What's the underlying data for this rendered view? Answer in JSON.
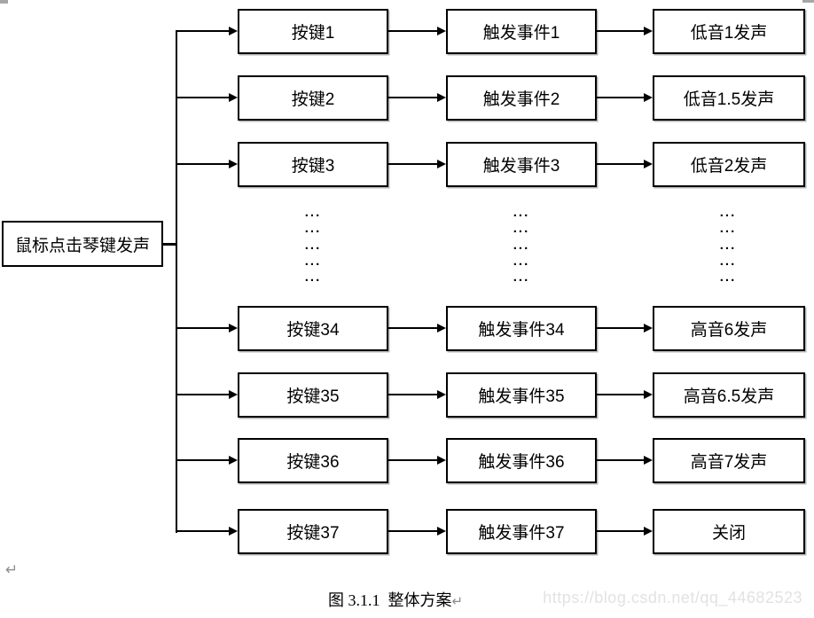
{
  "diagram": {
    "root": {
      "label": "鼠标点击琴键发声"
    },
    "rows": [
      {
        "key": "按键1",
        "event": "触发事件1",
        "output": "低音1发声"
      },
      {
        "key": "按键2",
        "event": "触发事件2",
        "output": "低音1.5发声"
      },
      {
        "key": "按键3",
        "event": "触发事件3",
        "output": "低音2发声"
      },
      {
        "key": "按键34",
        "event": "触发事件34",
        "output": "高音6发声"
      },
      {
        "key": "按键35",
        "event": "触发事件35",
        "output": "高音6.5发声"
      },
      {
        "key": "按键36",
        "event": "触发事件36",
        "output": "高音7发声"
      },
      {
        "key": "按键37",
        "event": "触发事件37",
        "output": "关闭"
      }
    ],
    "ellipsis_text": "...",
    "ellipsis_rows_per_column": 5,
    "line_color": "#000000",
    "box_border_color": "#000000",
    "box_shadow_color": "#8c8c8c"
  },
  "caption": {
    "text": "图 3.1.1  整体方案",
    "return_mark": "↵"
  },
  "watermark": {
    "text": "https://blog.csdn.net/qq_44682523",
    "color": "#e2e2e2"
  },
  "page": {
    "background": "#ffffff",
    "bottom_left_return_mark": "↵"
  }
}
